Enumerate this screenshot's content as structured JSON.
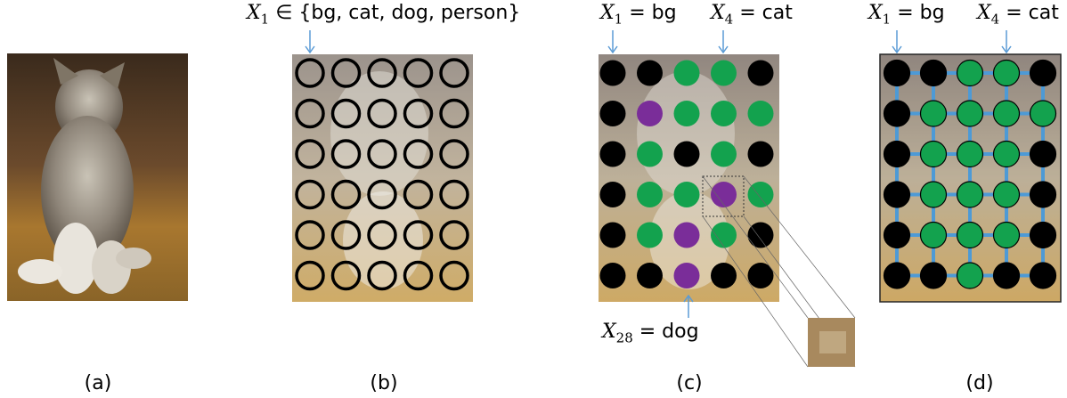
{
  "colors": {
    "background_node": "#000000",
    "cat_node": "#13a24e",
    "dog_node": "#7a2d99",
    "edge": "#4d9ad6",
    "arrow": "#5b9bd5",
    "empty_node_stroke": "#000000"
  },
  "panel_a": {
    "caption": "(a)",
    "image_desc": "kitten photo"
  },
  "panel_b": {
    "caption": "(b)",
    "label_symbol": "X",
    "label_sub": "1",
    "label_text": " ∈ {bg, cat, dog, person}",
    "grid_rows": 6,
    "grid_cols": 5
  },
  "panel_c": {
    "caption": "(c)",
    "label1_symbol": "X",
    "label1_sub": "1",
    "label1_text": " = bg",
    "label2_symbol": "X",
    "label2_sub": "4",
    "label2_text": " = cat",
    "label3_symbol": "X",
    "label3_sub": "28",
    "label3_text": " = dog",
    "grid": [
      [
        "bg",
        "bg",
        "cat",
        "cat",
        "bg"
      ],
      [
        "bg",
        "dog",
        "cat",
        "cat",
        "cat"
      ],
      [
        "bg",
        "cat",
        "bg",
        "cat",
        "bg"
      ],
      [
        "bg",
        "cat",
        "cat",
        "dog",
        "cat"
      ],
      [
        "bg",
        "cat",
        "dog",
        "cat",
        "bg"
      ],
      [
        "bg",
        "bg",
        "dog",
        "bg",
        "bg"
      ]
    ]
  },
  "panel_d": {
    "caption": "(d)",
    "label1_symbol": "X",
    "label1_sub": "1",
    "label1_text": " = bg",
    "label2_symbol": "X",
    "label2_sub": "4",
    "label2_text": " = cat",
    "grid": [
      [
        "bg",
        "bg",
        "cat",
        "cat",
        "bg"
      ],
      [
        "bg",
        "cat",
        "cat",
        "cat",
        "cat"
      ],
      [
        "bg",
        "cat",
        "cat",
        "cat",
        "bg"
      ],
      [
        "bg",
        "cat",
        "cat",
        "cat",
        "bg"
      ],
      [
        "bg",
        "cat",
        "cat",
        "cat",
        "bg"
      ],
      [
        "bg",
        "bg",
        "cat",
        "bg",
        "bg"
      ]
    ]
  }
}
